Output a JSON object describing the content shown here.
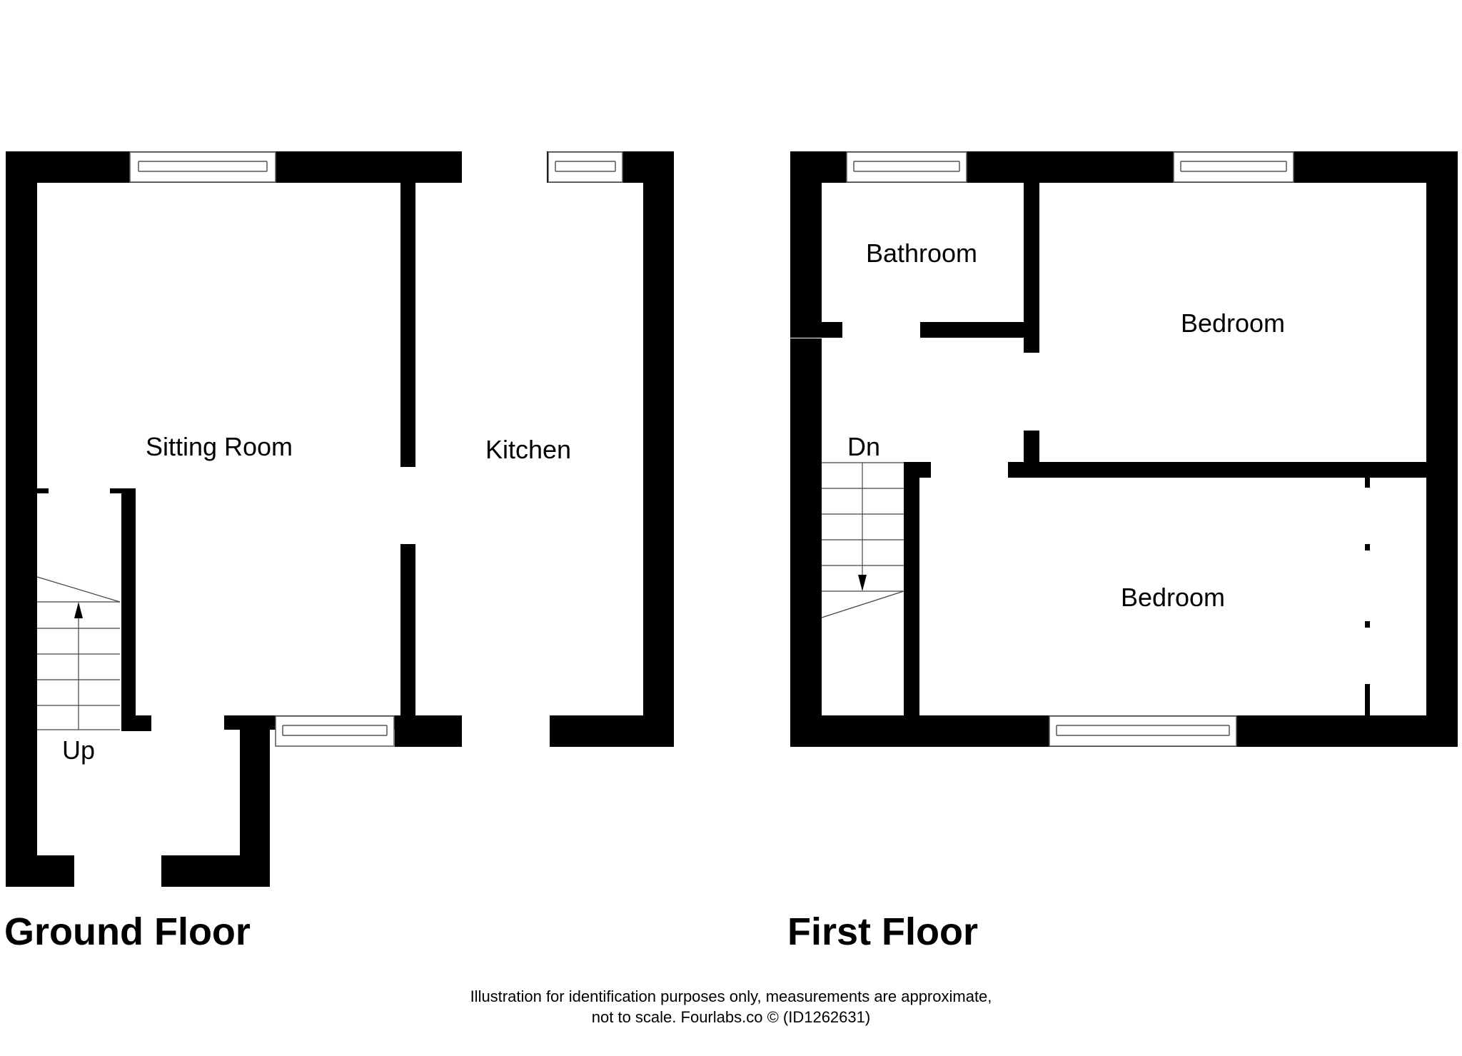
{
  "ground_floor": {
    "title": "Ground Floor",
    "rooms": {
      "sitting_room": "Sitting Room",
      "kitchen": "Kitchen"
    },
    "stairs_label": "Up"
  },
  "first_floor": {
    "title": "First Floor",
    "rooms": {
      "bathroom": "Bathroom",
      "bedroom_1": "Bedroom",
      "bedroom_2": "Bedroom"
    },
    "stairs_label": "Dn"
  },
  "footer": {
    "line1": "Illustration for identification purposes only, measurements are approximate,",
    "line2": "not to scale. Fourlabs.co © (ID1262631)"
  }
}
